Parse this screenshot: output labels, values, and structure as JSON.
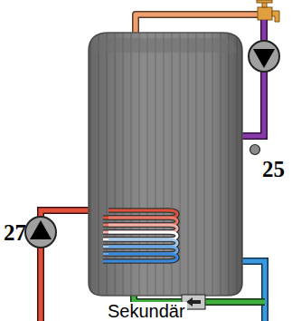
{
  "diagram": {
    "labels": [
      "27",
      "25",
      "Sekundär"
    ]
  }
}
